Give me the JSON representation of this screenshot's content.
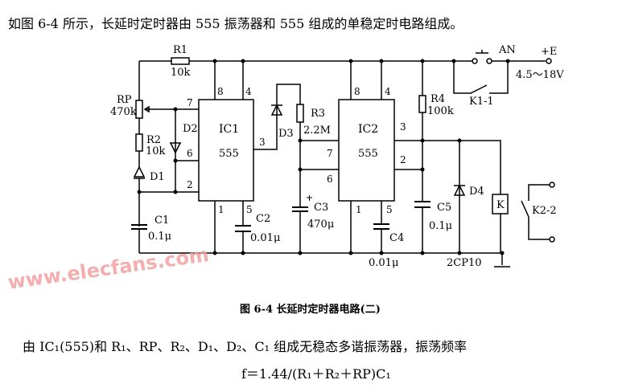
{
  "intro": "如图 6-4 所示，长延时定时器由 555 振荡器和 555 组成的单稳定时电路组成。",
  "watermark": "www.elecfans.com",
  "circuit": {
    "r1": "R1",
    "r1_val": "10k",
    "rp": "RP",
    "rp_val": "470k",
    "r2": "R2",
    "r2_val": "10k",
    "d1": "D1",
    "d2": "D2",
    "d3": "D3",
    "d4": "D4",
    "c1": "C1",
    "c1_val": "0.1μ",
    "c2": "C2",
    "c2_val": "0.01μ",
    "r3": "R3",
    "r3_val": "2.2M",
    "c3": "C3",
    "c3_val": "470μ",
    "ic1": "IC1",
    "ic1_type": "555",
    "ic2": "IC2",
    "ic2_type": "555",
    "r4": "R4",
    "r4_val": "100k",
    "c4": "C4",
    "c4_val": "0.01μ",
    "c5": "C5",
    "c5_val": "0.1μ",
    "d4_type": "2CP10",
    "an": "AN",
    "supply": "+E",
    "supply_range": "4.5～18V",
    "k11": "K1-1",
    "k": "K",
    "k22": "K2-2",
    "pins": {
      "p8": "8",
      "p4": "4",
      "p7": "7",
      "p6": "6",
      "p2": "2",
      "p3": "3",
      "p1": "1",
      "p5": "5"
    }
  },
  "caption": "图 6-4   长延时定时器电路(二)",
  "paragraph": "由 IC₁(555)和 R₁、RP、R₂、D₁、D₂、C₁ 组成无稳态多谐振荡器，振荡频率",
  "formula": "f＝1.44/(R₁＋R₂＋RP)C₁"
}
